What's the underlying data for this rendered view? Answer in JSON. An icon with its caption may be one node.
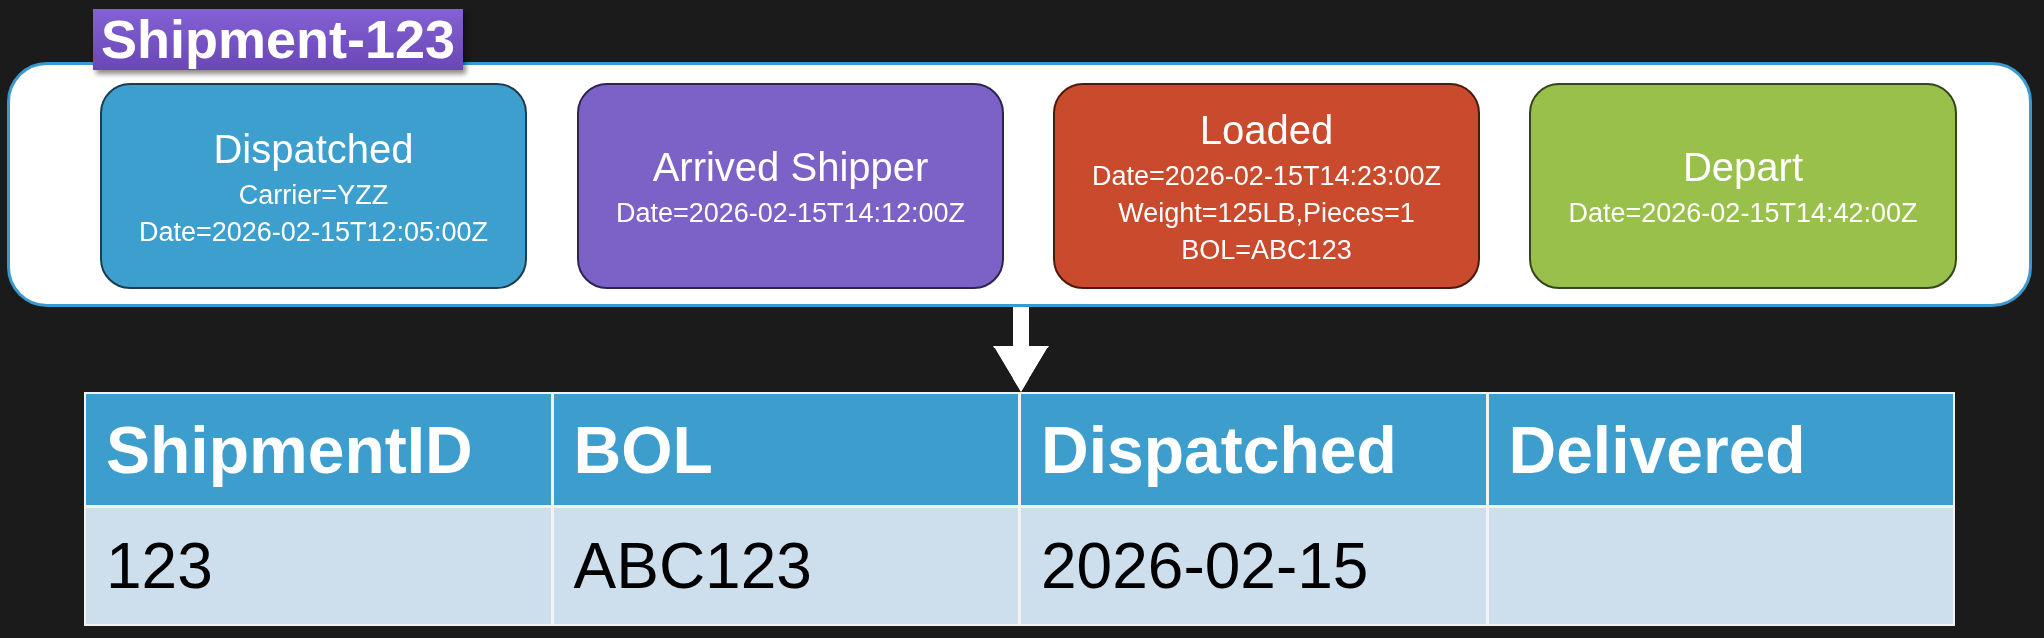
{
  "diagram": {
    "nodes": [
      {
        "text": [
          "Shipment-123"
        ]
      },
      {
        "text": [
          "Dispatched",
          "Carrier=YZZ",
          "Date=2026-02-15T12:05:00Z"
        ],
        "in": 0
      },
      {
        "text": [
          "Arrived Shipper",
          "Date=2026-02-15T14:12:00Z"
        ],
        "in": 0
      },
      {
        "text": [
          "Loaded",
          "Date=2026-02-15T14:23:00Z",
          "Weight=125LB,Pieces=1",
          "BOL=ABC123"
        ],
        "in": 0
      },
      {
        "text": [
          "Depart",
          "Date=2026-02-15T14:42:00Z"
        ],
        "in": 0
      },
      {
        "text": [
          "ShipmentID",
          "BOL",
          "Dispatched",
          "Delivered",
          "123",
          "ABC123",
          "2026-02-15"
        ]
      }
    ],
    "edges": [
      {
        "from": 0,
        "to": 5,
        "arrow": "to"
      }
    ]
  }
}
